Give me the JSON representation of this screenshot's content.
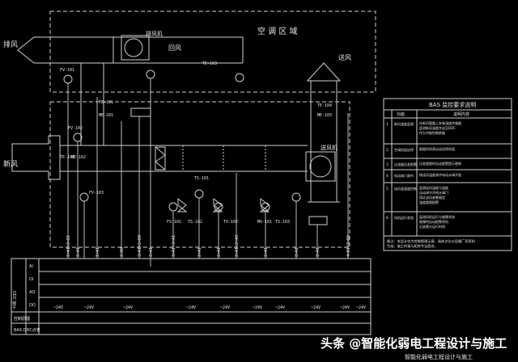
{
  "region": {
    "label": "空 调 区 域"
  },
  "ducts": {
    "exhaust_air": "排风",
    "return_air": "回风",
    "fresh_air": "新风",
    "supply_air": "送风",
    "exhaust_fan": "排风机",
    "supply_fan": "送风机"
  },
  "instruments": {
    "fv101": "FV-101",
    "te102": "TE-102",
    "me102": "ME-102",
    "fv102": "FV-102",
    "te101": "TE-101",
    "me101": "ME-101",
    "fv103": "FV-103",
    "te103": "TE-103",
    "ts101": "TS-101",
    "ts102": "TS-102",
    "tv102": "TV-102",
    "ts103": "TS-103",
    "te104": "TE-104",
    "me103": "ME-103",
    "fs101": "FS-101",
    "mv101": "MV-101"
  },
  "bus_labels": [
    "2×AI+2×DI",
    "2×AI",
    "2×AI",
    "2×DO",
    "3×AI+2×DO",
    "2×AI",
    "3×AI+3×AI",
    "2×AI",
    "2×AI",
    "2×AI+2×AO",
    "2×AI",
    "2×AI",
    "2×AI",
    "4×DI+2×DO"
  ],
  "ddc_panel": {
    "side_label": "DDC 端子",
    "rows": [
      "AI",
      "DI",
      "AO",
      "DO"
    ],
    "foot_rows": [
      "控制原理",
      "BAS DDC点表"
    ],
    "voltages": [
      "~24V",
      "~24V",
      "~24V",
      "~24V",
      "~24V",
      "~24V",
      "~24V",
      "~24V",
      "~24V",
      "~24V"
    ]
  },
  "legend": {
    "title": "BAS 监控要求说明",
    "col_a": "功能",
    "col_b": "说明内容",
    "items": [
      {
        "no": "1",
        "name": "新风温度监测",
        "desc": [
          "在新风管路上安装温度传感器",
          "监测新风温度并送至DDC",
          "作为节能控制依据"
        ]
      },
      {
        "no": "2",
        "name": "空调机组启停",
        "desc": [
          "根据时间表自动启停机组"
        ]
      },
      {
        "no": "3",
        "name": "过滤器压差报警",
        "desc": [
          "压差超限时自动报警提示更换"
        ]
      },
      {
        "no": "4",
        "name": "电动阀门调节",
        "desc": [
          "按送风温度调节电动水阀开度"
        ]
      },
      {
        "no": "5",
        "name": "送风温湿度控制",
        "desc": [
          "监测送风温度与湿度",
          "自动调节冷热水阀门",
          "保证送风参数稳定",
          "湿度超限报警"
        ]
      },
      {
        "no": "6",
        "name": "风机运行状态",
        "desc": [
          "监测风机运行与故障状态",
          "故障时自动报警停机",
          "记录累计运行时间"
        ]
      }
    ],
    "note": [
      "备注：本设计仅为控制原理示意，具体点位以设备厂家资料",
      "为准，施工时请与相关专业配合。"
    ]
  },
  "watermark": {
    "text": "头条 @智能化弱电工程设计与施工",
    "sub": "智能化弱电工程设计与施工"
  }
}
